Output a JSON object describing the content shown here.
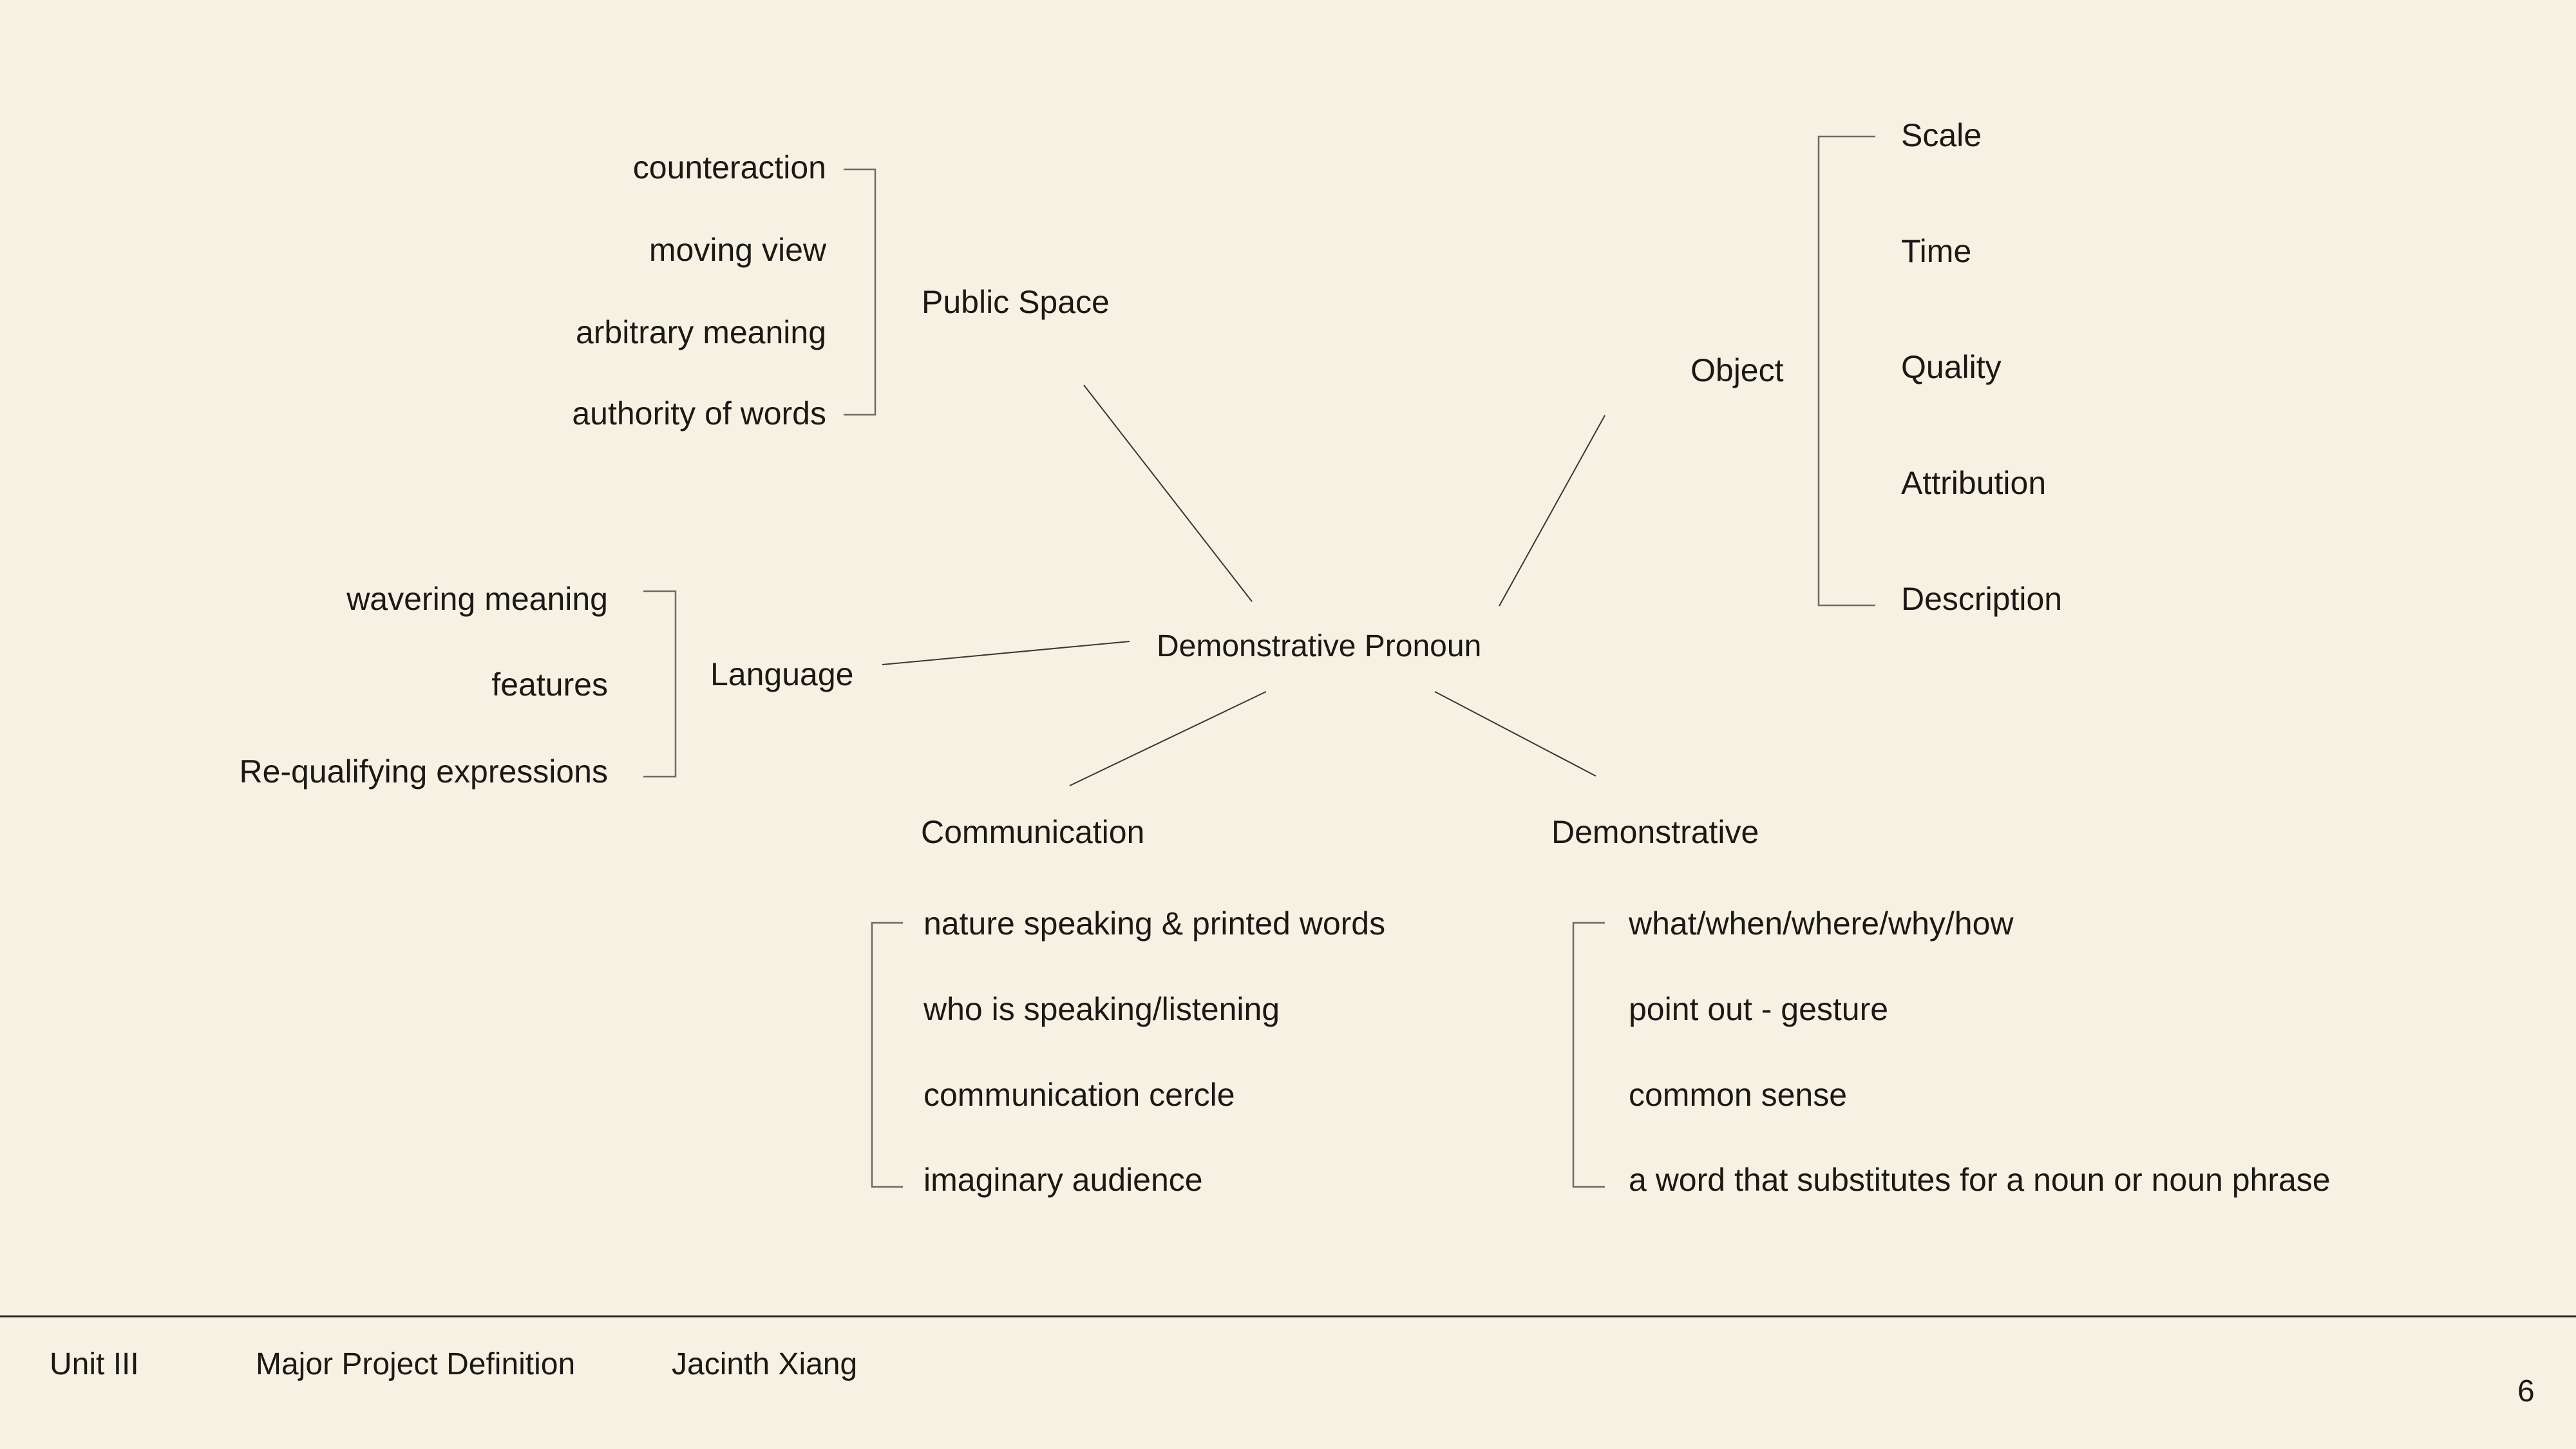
{
  "diagram": {
    "center": "Demonstrative Pronoun",
    "branches": {
      "public_space": {
        "label": "Public Space",
        "items": [
          "counteraction",
          "moving view",
          "arbitrary meaning",
          "authority of words"
        ]
      },
      "object": {
        "label": "Object",
        "items": [
          "Scale",
          "Time",
          "Quality",
          "Attribution",
          "Description"
        ]
      },
      "language": {
        "label": "Language",
        "items": [
          "wavering meaning",
          "features",
          "Re-qualifying expressions"
        ]
      },
      "communication": {
        "label": "Communication",
        "items": [
          "nature speaking & printed words",
          "who is speaking/listening",
          "communication cercle",
          "imaginary audience"
        ]
      },
      "demonstrative": {
        "label": "Demonstrative",
        "items": [
          "what/when/where/why/how",
          "point out - gesture",
          "common sense",
          "a word that substitutes for a noun or noun phrase"
        ]
      }
    }
  },
  "footer": {
    "unit": "Unit III",
    "project": "Major Project Definition",
    "author": "Jacinth Xiang",
    "page_number": "6"
  },
  "colors": {
    "background": "#f5f1e3",
    "text": "#1c1815",
    "line": "#3a3632"
  }
}
